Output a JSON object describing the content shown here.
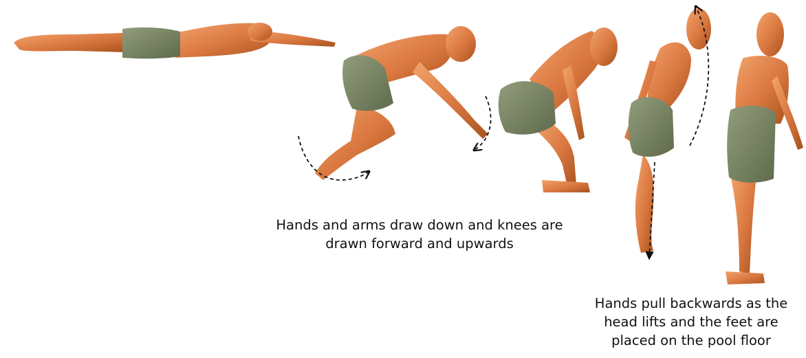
{
  "figure": {
    "stages": [
      {
        "pose": "horizontal-glide"
      },
      {
        "pose": "tuck-knees-forward"
      },
      {
        "pose": "deep-crouch"
      },
      {
        "pose": "rising-arching"
      },
      {
        "pose": "standing"
      }
    ],
    "colors": {
      "skin": "#d9773f",
      "skin_highlight": "#f2a36c",
      "skin_shadow": "#a8521f",
      "shorts": "#7d8a66",
      "shorts_shadow": "#5e6a4b",
      "arrow": "#111111"
    },
    "captions": [
      {
        "text": "Hands and arms draw down and knees are\ndrawn forward and upwards"
      },
      {
        "text": "Hands pull backwards as the\nhead lifts and the feet are\nplaced on the pool floor"
      }
    ]
  }
}
